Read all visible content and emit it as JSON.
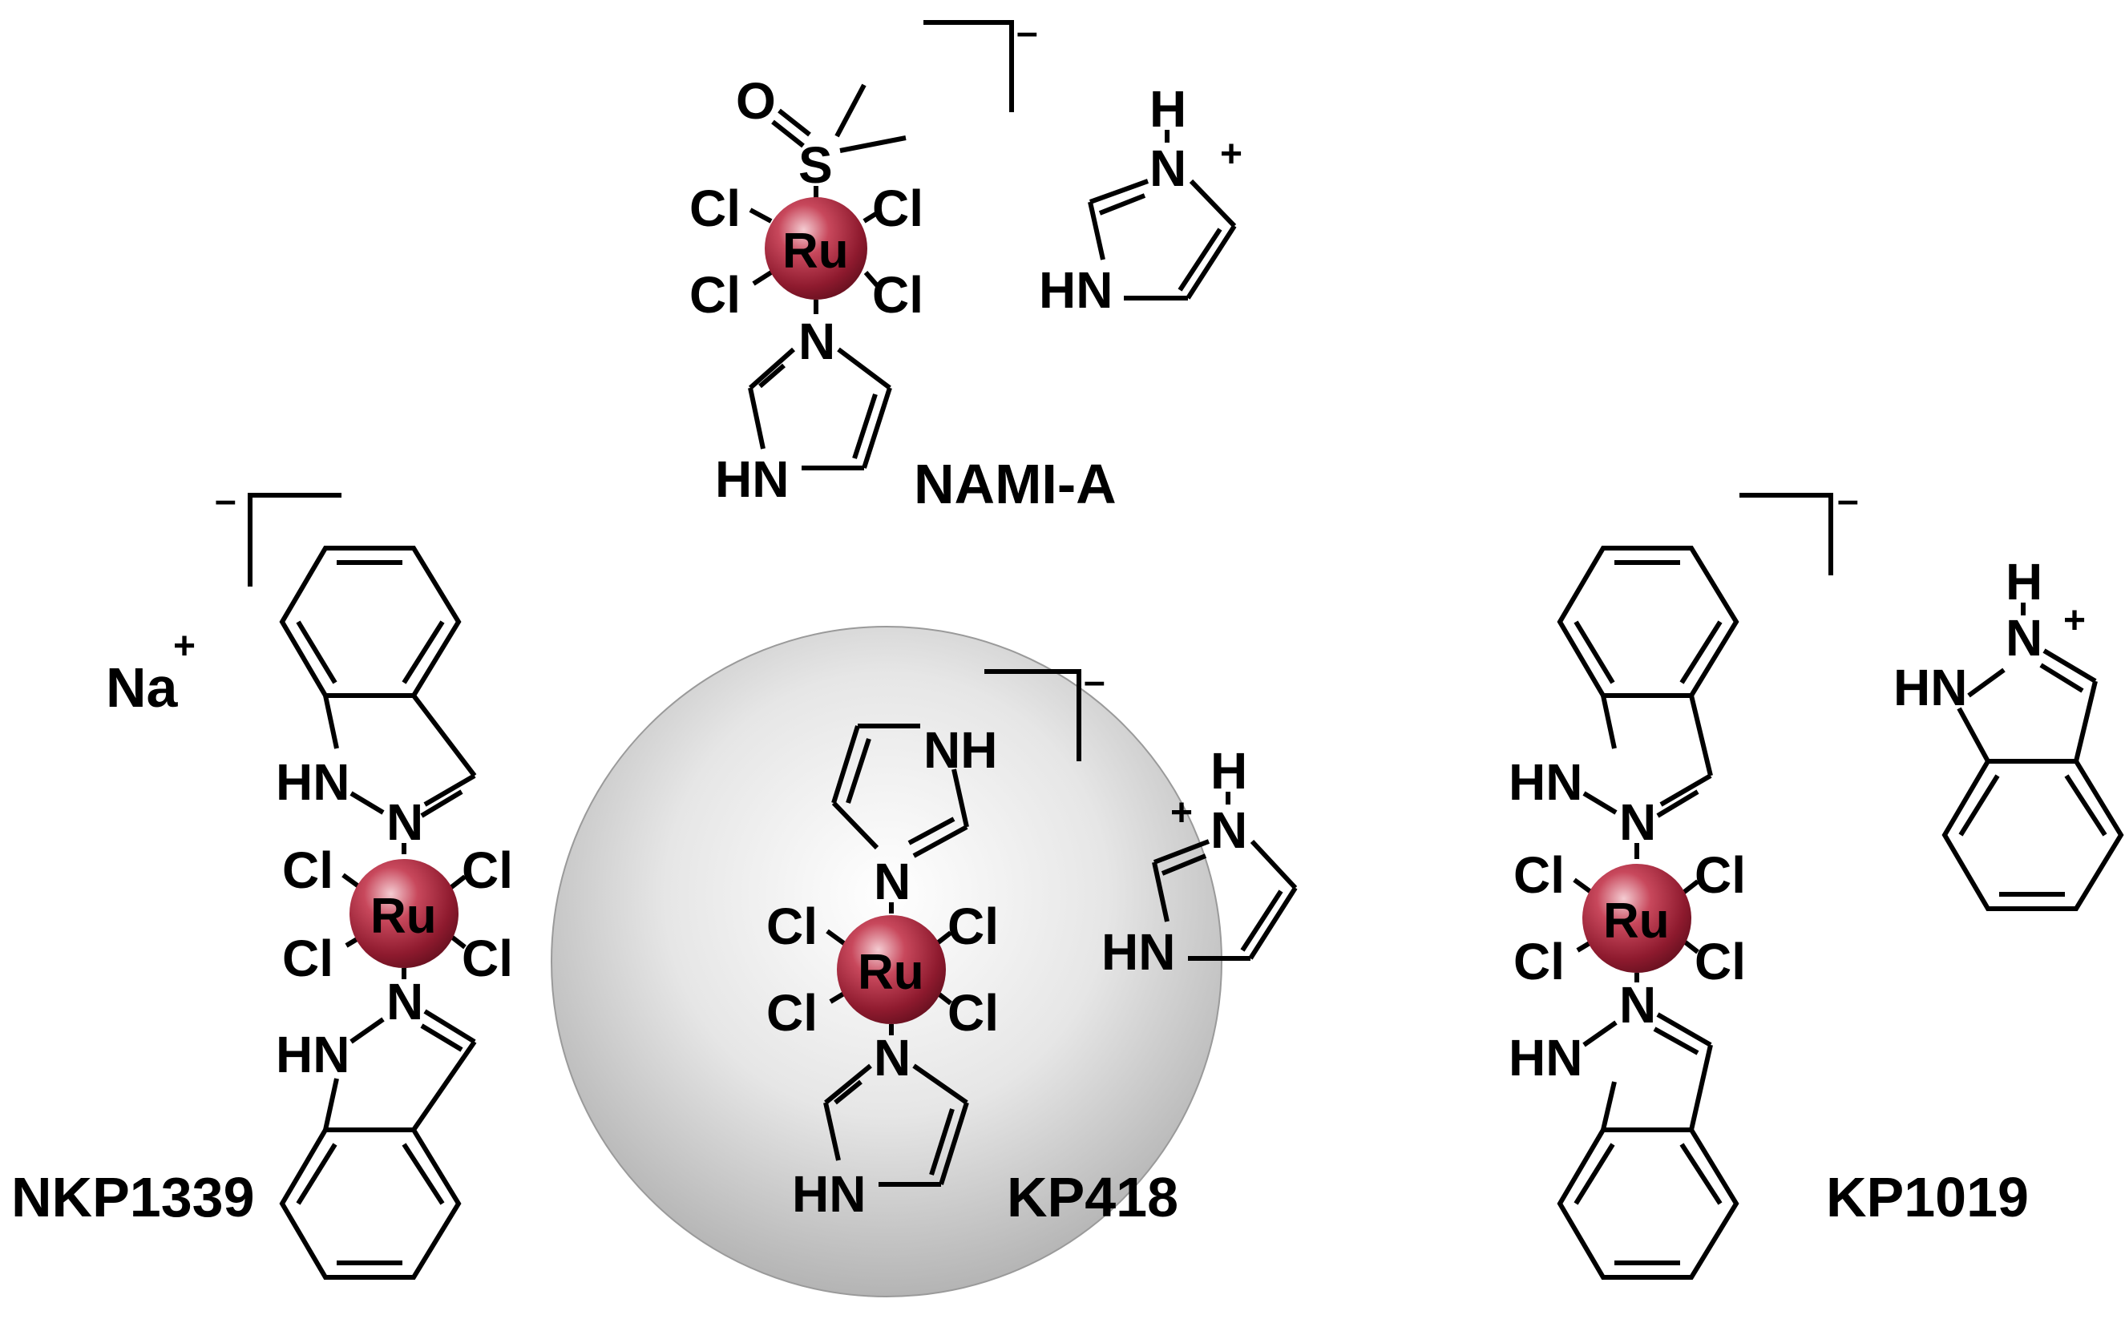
{
  "atoms": {
    "cl": "Cl",
    "ru": "Ru",
    "n": "N",
    "hn": "HN",
    "nh": "NH",
    "h": "H",
    "s": "S",
    "o": "O",
    "na": "Na"
  },
  "charges": {
    "plus": "+",
    "minus": "–"
  },
  "labels": {
    "nami_a": "NAMI-A",
    "nkp1339": "NKP1339",
    "kp418": "KP418",
    "kp1019": "KP1019"
  },
  "colors": {
    "ru_sphere": "#a8243a",
    "ru_highlight": "#f2c6cc",
    "nano_sphere": "#bfbfbf",
    "bond": "#000000"
  }
}
